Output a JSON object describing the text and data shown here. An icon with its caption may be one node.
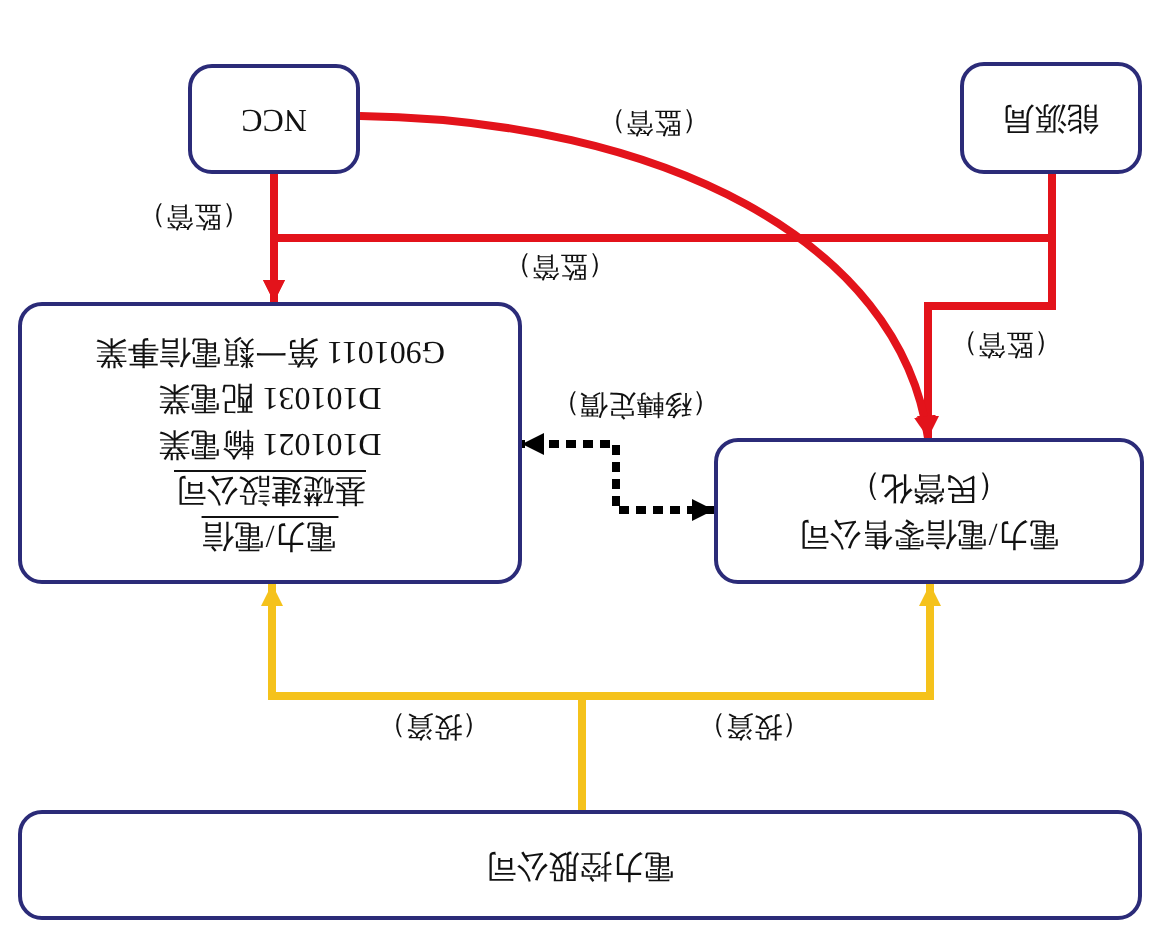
{
  "diagram": {
    "nodes": [
      {
        "text": [
          "電力控股公司"
        ]
      },
      {
        "text": [
          "電力/電信零售公司",
          "（民營化）"
        ]
      },
      {
        "text": [
          "電力/電信",
          "基礎建設公司",
          "D101021 輸電業",
          "D101031 配電業",
          "G901011 第一類電信事業"
        ]
      },
      {
        "text": [
          "能源局"
        ]
      },
      {
        "text": [
          "NCC"
        ]
      }
    ],
    "edges": [
      {
        "from": 0,
        "to": 2,
        "arrow": "to",
        "label": "（投資）",
        "color": "#f5c21b"
      },
      {
        "from": 0,
        "to": 1,
        "arrow": "to",
        "label": "（投資）",
        "color": "#f5c21b"
      },
      {
        "from": 3,
        "to": 2,
        "arrow": "to",
        "label": "（監管）"
      },
      {
        "from": 3,
        "to": 1,
        "arrow": "to",
        "label": "（監管）"
      },
      {
        "from": 4,
        "to": 2,
        "arrow": "to",
        "label": "（監管）"
      },
      {
        "from": 4,
        "to": 1,
        "arrow": "to",
        "label": "（監管）"
      },
      {
        "from": 1,
        "to": 2,
        "arrow": "both",
        "label": "（移轉定價）",
        "style": "dashed",
        "color": "#000000"
      }
    ]
  }
}
